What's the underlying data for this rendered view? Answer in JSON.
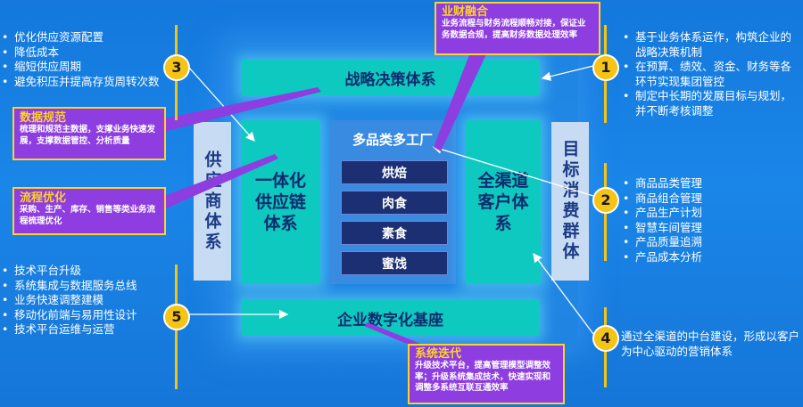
{
  "left_top": {
    "items": [
      "优化供应资源配置",
      "降低成本",
      "缩短供应周期",
      "避免积压并提高存货周转次数"
    ]
  },
  "left_bottom": {
    "items": [
      "技术平台升级",
      "系统集成与数据服务总线",
      "业务快速调整建模",
      "移动化前端与易用性设计",
      "技术平台运维与运营"
    ]
  },
  "right_top": {
    "items": [
      "基于业务体系运作，构筑企业的战略决策机制",
      "在预算、绩效、资金、财务等各环节实现集团管控",
      "制定中长期的发展目标与规划，并不断考核调整"
    ]
  },
  "right_mid": {
    "items": [
      "商品品类管理",
      "商品组合管理",
      "产品生产计划",
      "智慧车间管理",
      "产品质量追溯",
      "产品成本分析"
    ]
  },
  "right_bottom": {
    "text": "通过全渠道的中台建设，形成以客户为中心驱动的营销体系"
  },
  "numbers": {
    "n1": "1",
    "n2": "2",
    "n3": "3",
    "n4": "4",
    "n5": "5"
  },
  "callouts": {
    "finance": {
      "title": "业财融合",
      "body": "业务流程与财务流程顺畅对接，保证业务数据合规，提高财务数据处理效率"
    },
    "data": {
      "title": "数据规范",
      "body": "梳理和规范主数据，支撑业务快速发展，支撑数据管控、分析质量"
    },
    "process": {
      "title": "流程优化",
      "body": "采购、生产、库存、销售等类业务流程梳理优化"
    },
    "system": {
      "title": "系统迭代",
      "body": "升级技术平台，提高管理模型调整效率；升级系统集成技术，快速实现和调整多系统互联互通效率"
    }
  },
  "center": {
    "strategy": "战略决策体系",
    "supplier": "供应商体系",
    "supply_chain": "一体化供应链体系",
    "factory_title": "多品类多工厂",
    "categories": [
      "烘焙",
      "肉食",
      "素食",
      "蜜饯"
    ],
    "omni": "全渠道客户体系",
    "target": "目标消费群体",
    "foundation": "企业数字化基座"
  },
  "colors": {
    "background": "#1a86e8",
    "accent": "#f6c417",
    "teal": "#0ec9c0",
    "callout": "#8d3de0",
    "navy": "#1d2f73"
  }
}
